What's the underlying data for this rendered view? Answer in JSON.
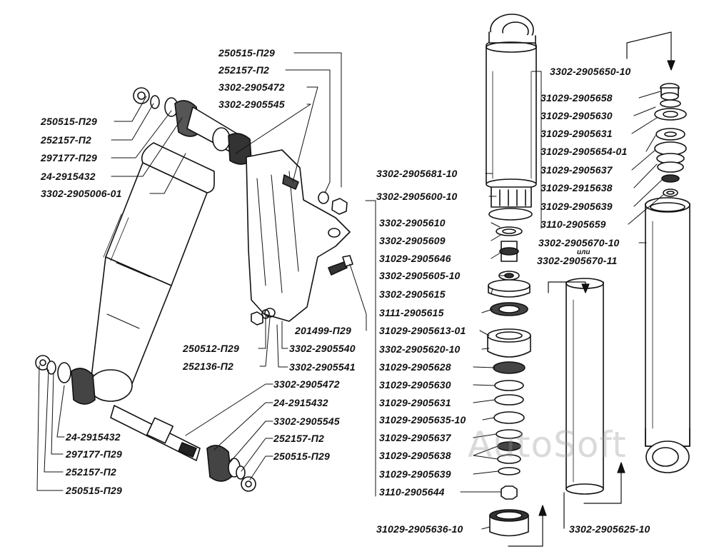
{
  "watermark": "AutoSoft",
  "or_word": "или",
  "labels": {
    "l_250515_p29_top": "250515-П29",
    "l_252157_p2_top": "252157-П2",
    "l_3302_2905472_top": "3302-2905472",
    "l_3302_2905545_top": "3302-2905545",
    "l_250515_p29_left": "250515-П29",
    "l_252157_p2_left": "252157-П2",
    "l_297177_p29_left": "297177-П29",
    "l_24_2915432_left": "24-2915432",
    "l_3302_2905006_01": "3302-2905006-01",
    "l_250512_p29": "250512-П29",
    "l_252136_p2": "252136-П2",
    "l_201499_p29": "201499-П29",
    "l_3302_2905540": "3302-2905540",
    "l_3302_2905541": "3302-2905541",
    "l_3302_2905472_bot": "3302-2905472",
    "l_24_2915432_botr": "24-2915432",
    "l_3302_2905545_bot": "3302-2905545",
    "l_252157_p2_botr": "252157-П2",
    "l_250515_p29_botr": "250515-П29",
    "l_24_2915432_botl": "24-2915432",
    "l_297177_p29_botl": "297177-П29",
    "l_252157_p2_botl": "252157-П2",
    "l_250515_p29_botl": "250515-П29",
    "l_3302_2905681_10": "3302-2905681-10",
    "l_3302_2905600_10": "3302-2905600-10",
    "l_3302_2905610": "3302-2905610",
    "l_3302_2905609": "3302-2905609",
    "l_31029_2905646": "31029-2905646",
    "l_3302_2905605_10": "3302-2905605-10",
    "l_3302_2905615": "3302-2905615",
    "l_3111_2905615": "3111-2905615",
    "l_31029_2905613_01": "31029-2905613-01",
    "l_3302_2905620_10": "3302-2905620-10",
    "l_31029_2905628": "31029-2905628",
    "l_31029_2905630_m": "31029-2905630",
    "l_31029_2905631_m": "31029-2905631",
    "l_31029_2905635_10": "31029-2905635-10",
    "l_31029_2905637_m": "31029-2905637",
    "l_31029_2905638_m": "31029-2905638",
    "l_31029_2905639_m": "31029-2905639",
    "l_3110_2905644": "3110-2905644",
    "l_31029_2905636_10": "31029-2905636-10",
    "l_3302_2905650_10": "3302-2905650-10",
    "l_31029_2905658": "31029-2905658",
    "l_31029_2905630_r": "31029-2905630",
    "l_31029_2905631_r": "31029-2905631",
    "l_31029_2905654_01": "31029-2905654-01",
    "l_31029_2905637_r": "31029-2905637",
    "l_31029_2915638_r": "31029-2915638",
    "l_31029_2905639_r": "31029-2905639",
    "l_3110_2905659": "3110-2905659",
    "l_3302_2905670_10": "3302-2905670-10",
    "l_3302_2905670_11": "3302-2905670-11",
    "l_3302_2905625_10": "3302-2905625-10"
  }
}
